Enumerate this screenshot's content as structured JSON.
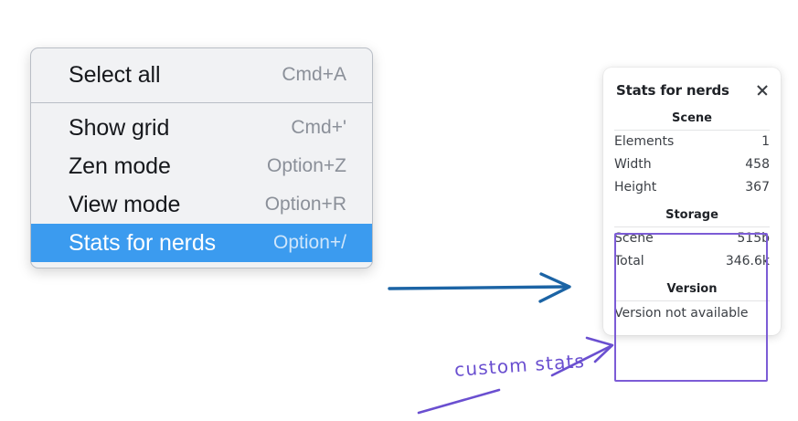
{
  "menu": {
    "groups": [
      {
        "items": [
          {
            "label": "Select all",
            "shortcut": "Cmd+A",
            "selected": false
          }
        ]
      },
      {
        "items": [
          {
            "label": "Show grid",
            "shortcut": "Cmd+'",
            "selected": false
          },
          {
            "label": "Zen mode",
            "shortcut": "Option+Z",
            "selected": false
          },
          {
            "label": "View mode",
            "shortcut": "Option+R",
            "selected": false
          },
          {
            "label": "Stats for nerds",
            "shortcut": "Option+/",
            "selected": true
          }
        ]
      }
    ],
    "item_0_0_label": "Select all",
    "item_0_0_shortcut": "Cmd+A",
    "item_1_0_label": "Show grid",
    "item_1_0_shortcut": "Cmd+'",
    "item_1_1_label": "Zen mode",
    "item_1_1_shortcut": "Option+Z",
    "item_1_2_label": "View mode",
    "item_1_2_shortcut": "Option+R",
    "item_1_3_label": "Stats for nerds",
    "item_1_3_shortcut": "Option+/"
  },
  "stats_panel": {
    "title": "Stats for nerds",
    "close_icon": "close-icon",
    "sections": {
      "scene": {
        "heading": "Scene",
        "rows": [
          {
            "key": "Elements",
            "value": "1"
          },
          {
            "key": "Width",
            "value": "458"
          },
          {
            "key": "Height",
            "value": "367"
          }
        ],
        "row_0_key": "Elements",
        "row_0_value": "1",
        "row_1_key": "Width",
        "row_1_value": "458",
        "row_2_key": "Height",
        "row_2_value": "367"
      },
      "storage": {
        "heading": "Storage",
        "rows": [
          {
            "key": "Scene",
            "value": "515b"
          },
          {
            "key": "Total",
            "value": "346.6k"
          }
        ],
        "row_0_key": "Scene",
        "row_0_value": "515b",
        "row_1_key": "Total",
        "row_1_value": "346.6k"
      },
      "version": {
        "heading": "Version",
        "text": "Version not available"
      }
    }
  },
  "annotations": {
    "handwriting_label": "custom stats",
    "arrow_color": "#1c64a5",
    "highlight_color": "#3b9bef",
    "annotation_color": "#7c5cd6"
  }
}
